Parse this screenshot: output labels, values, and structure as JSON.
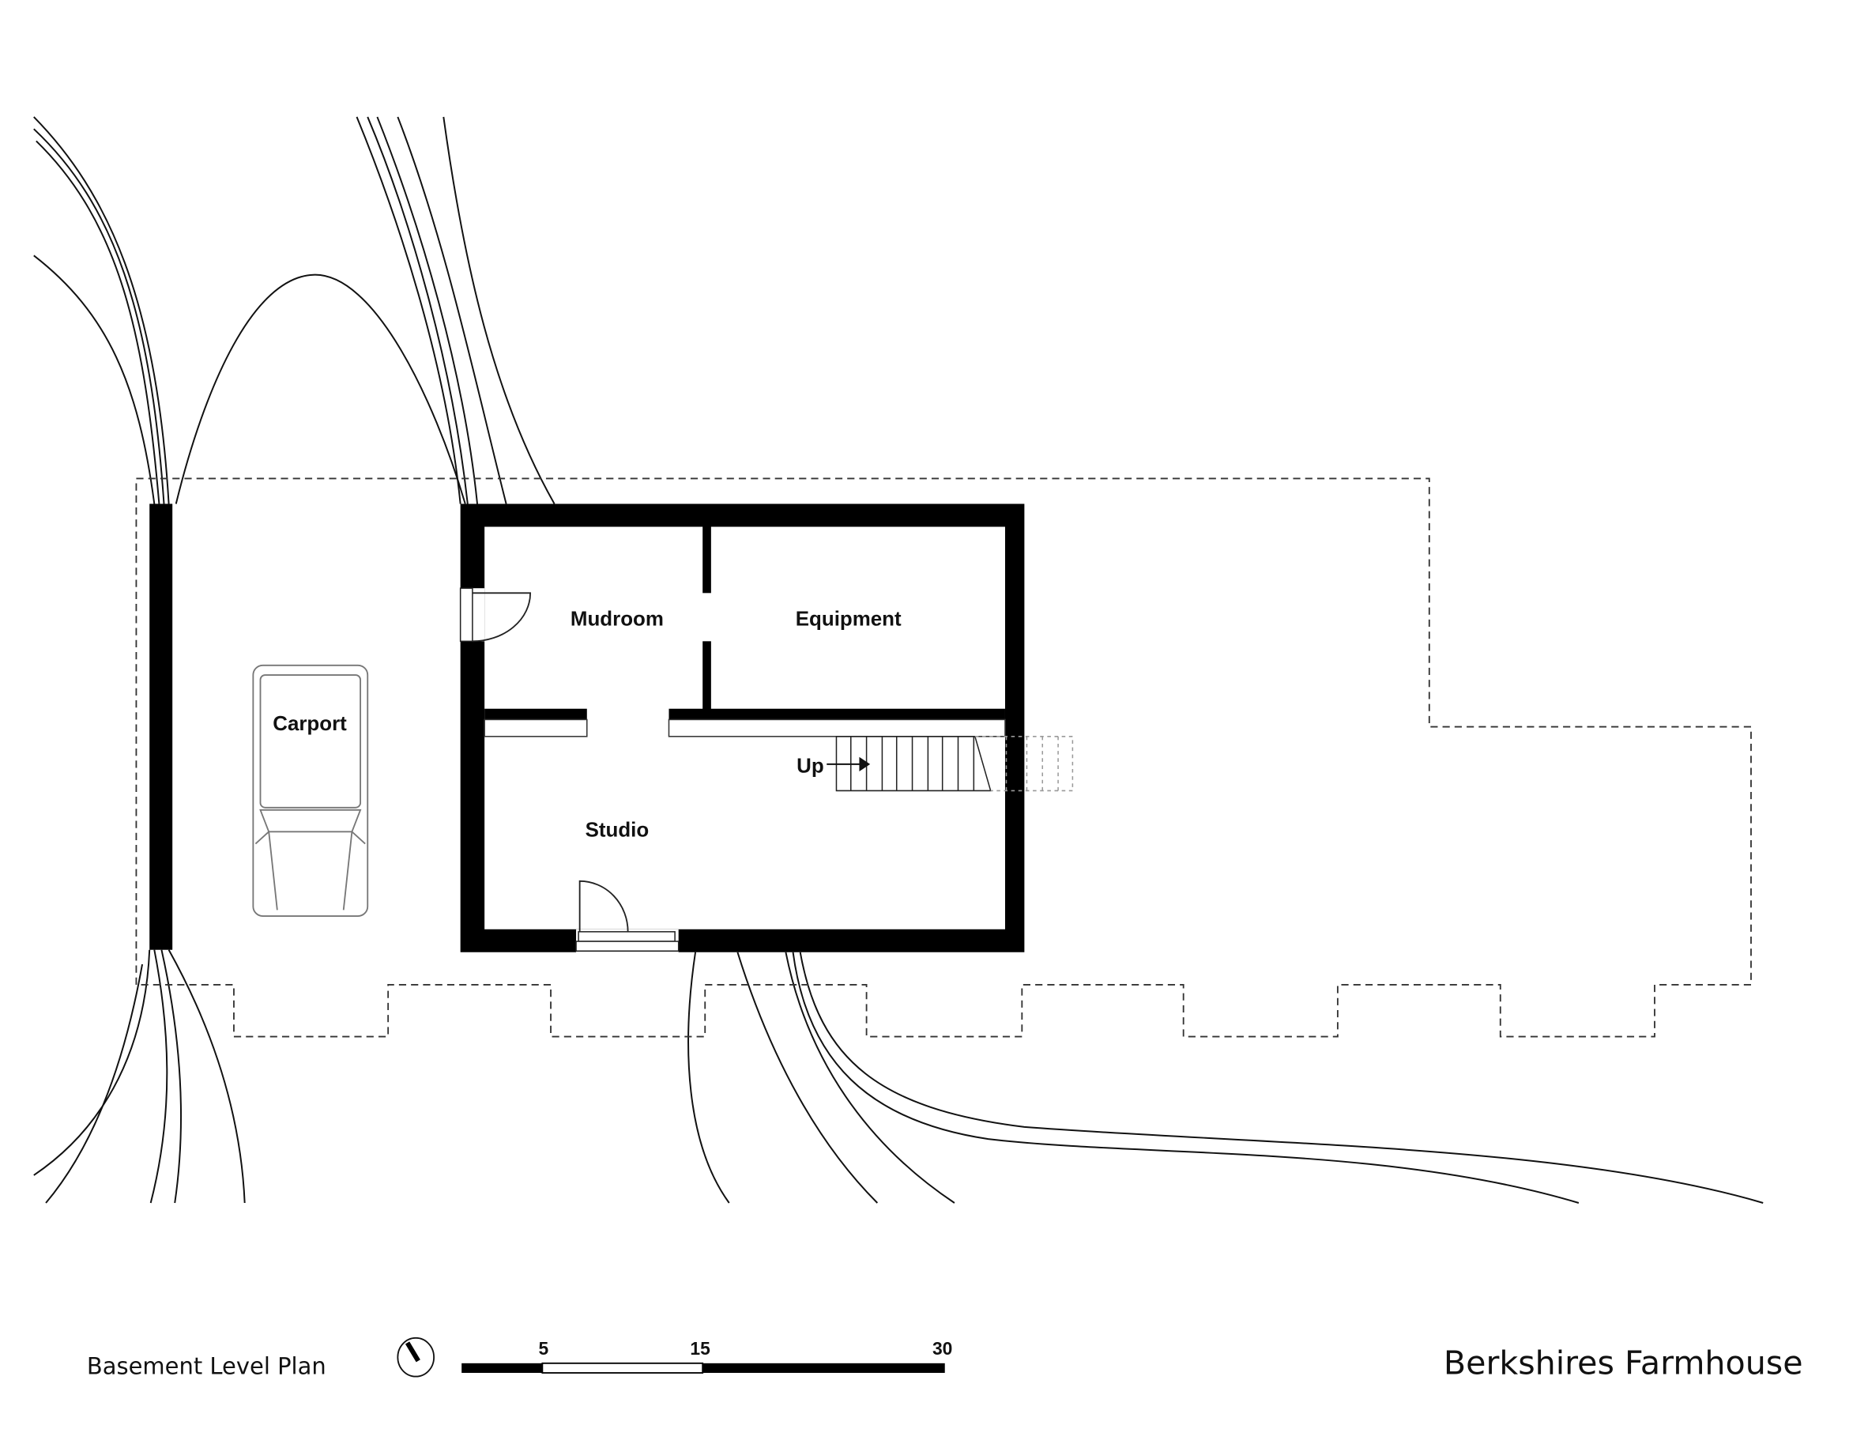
{
  "rooms": {
    "mudroom": "Mudroom",
    "equipment": "Equipment",
    "studio": "Studio",
    "carport": "Carport",
    "stairs_up": "Up"
  },
  "footer": {
    "plan_title": "Basement Level Plan",
    "project_title": "Berkshires Farmhouse",
    "scale_labels": [
      "5",
      "15",
      "30"
    ]
  },
  "colors": {
    "ink": "#111111",
    "paper": "#ffffff"
  }
}
